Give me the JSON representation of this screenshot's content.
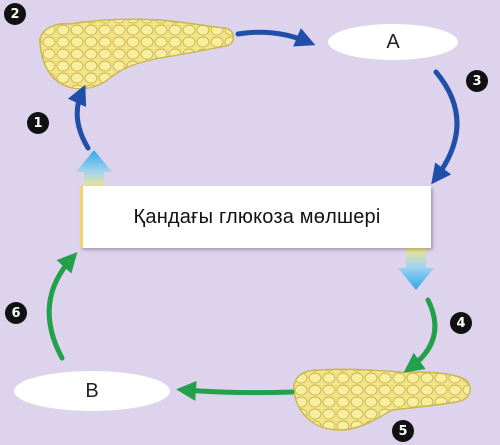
{
  "center_label": "Қандағы глюкоза мөлшері",
  "ellipse_a": "А",
  "ellipse_b": "В",
  "steps": [
    "1",
    "2",
    "3",
    "4",
    "5",
    "6"
  ],
  "icons": {
    "pancreas_top": "pancreas-icon",
    "pancreas_bottom": "pancreas-icon"
  },
  "colors": {
    "background": "#ddd3ec",
    "blue_arrow": "#1f4fa8",
    "green_arrow": "#22a04a",
    "light_blue_arrow": "#2fa8e8",
    "pancreas": "#f3e48c"
  }
}
